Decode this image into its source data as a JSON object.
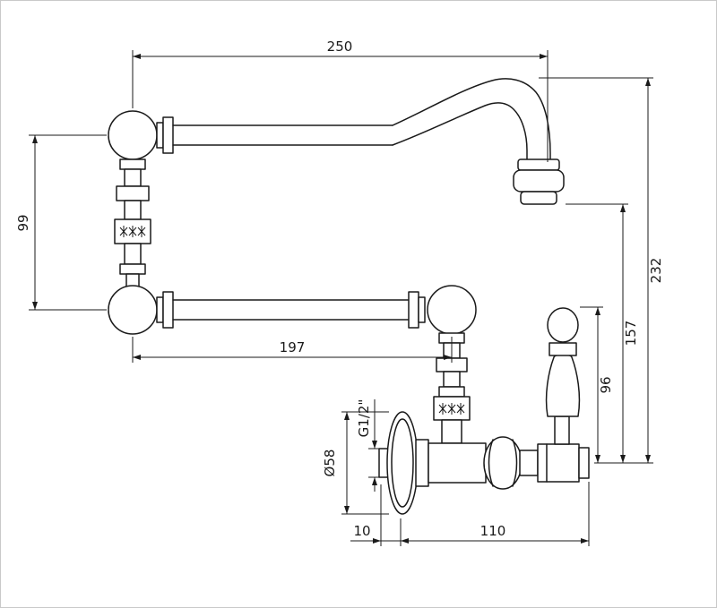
{
  "dimensions": {
    "spout_reach": "250",
    "swivel_rise": "99",
    "arm_length": "197",
    "overall_height": "232",
    "spout_height": "157",
    "handle_height": "96",
    "inlet_thread": "G1/2\"",
    "flange_diameter": "Ø58",
    "wall_clearance": "10",
    "body_length": "110"
  }
}
